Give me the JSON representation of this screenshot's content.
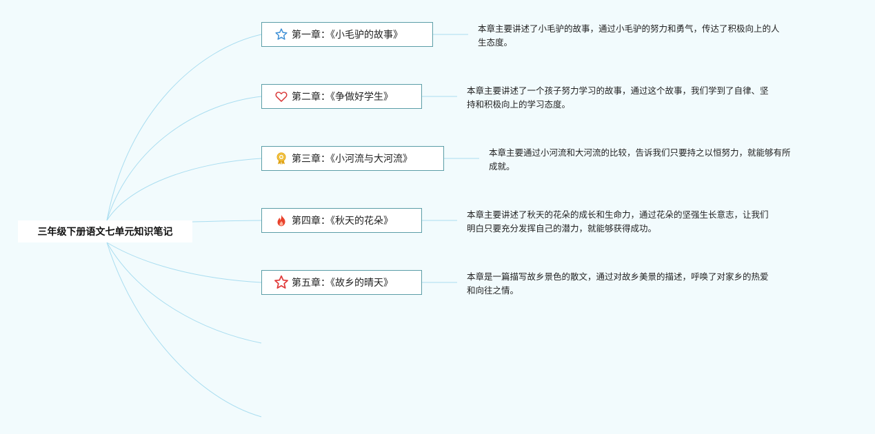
{
  "root": {
    "title": "三年级下册语文七单元知识笔记"
  },
  "chapters": [
    {
      "label": "第一章：《小毛驴的故事》",
      "icon": "star-outline-blue-icon",
      "icon_color": "#3d8fd6",
      "note_line1": "本章主要讲述了小毛驴的故事，通过小毛驴的努力和勇气，传达了积极向上的人",
      "note_line2": "生态度。"
    },
    {
      "label": "第二章：《争做好学生》",
      "icon": "heart-outline-icon",
      "icon_color": "#d93838",
      "note_line1": "本章主要讲述了一个孩子努力学习的故事，通过这个故事，我们学到了自律、坚",
      "note_line2": "持和积极向上的学习态度。"
    },
    {
      "label": "第三章：《小河流与大河流》",
      "icon": "award-medal-icon",
      "icon_color": "#e0a316",
      "note_line1": "本章主要通过小河流和大河流的比较，告诉我们只要持之以恒努力，就能够有所",
      "note_line2": "成就。"
    },
    {
      "label": "第四章：《秋天的花朵》",
      "icon": "fire-icon",
      "icon_color": "#e8412b",
      "note_line1": "本章主要讲述了秋天的花朵的成长和生命力，通过花朵的坚强生长意志，让我们",
      "note_line2": "明白只要充分发挥自己的潜力，就能够获得成功。"
    },
    {
      "label": "第五章：《故乡的晴天》",
      "icon": "star-outline-red-icon",
      "icon_color": "#e03a3a",
      "note_line1": "本章是一篇描写故乡景色的散文，通过对故乡美景的描述，呼唤了对家乡的热爱",
      "note_line2": "和向往之情。"
    }
  ],
  "colors": {
    "background": "#f2fbfd",
    "connector": "#a9ddf0",
    "branch_border": "#5a9da6"
  }
}
